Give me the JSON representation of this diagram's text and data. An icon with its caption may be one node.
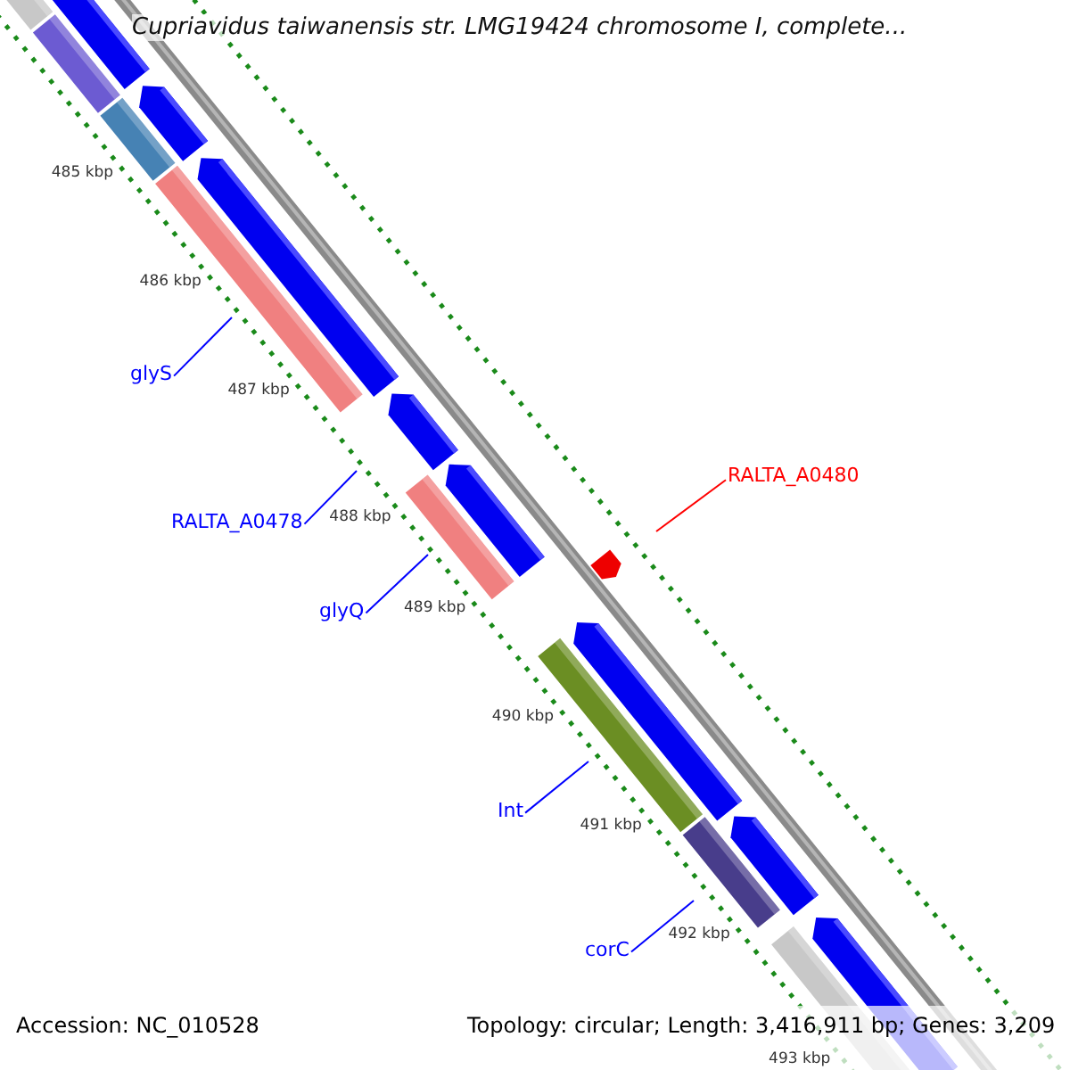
{
  "diagram": {
    "title": "Cupriavidus taiwanensis str. LMG19424 chromosome I, complete...",
    "nodes": [
      {
        "text": [
          "glyS"
        ]
      },
      {
        "text": [
          "RALTA_A0478"
        ]
      },
      {
        "text": [
          "glyQ"
        ]
      },
      {
        "text": [
          "RALTA_A0480"
        ]
      },
      {
        "text": [
          "Int"
        ]
      },
      {
        "text": [
          "corC"
        ]
      }
    ],
    "edges": [
      {
        "from": 0,
        "to": null,
        "arrow": "none"
      },
      {
        "from": 1,
        "to": null,
        "arrow": "none"
      },
      {
        "from": 2,
        "to": null,
        "arrow": "none"
      },
      {
        "from": 3,
        "to": null,
        "arrow": "none",
        "color": "#ff0000"
      },
      {
        "from": 4,
        "to": null,
        "arrow": "none"
      },
      {
        "from": 5,
        "to": null,
        "arrow": "none"
      }
    ],
    "labels": [
      "485 kbp",
      "486 kbp",
      "487 kbp",
      "488 kbp",
      "489 kbp",
      "490 kbp",
      "491 kbp",
      "492 kbp",
      "493 kbp",
      "Accession: NC_010528",
      "Topology: circular; Length: 3,416,911 bp; Genes: 3,209"
    ]
  }
}
